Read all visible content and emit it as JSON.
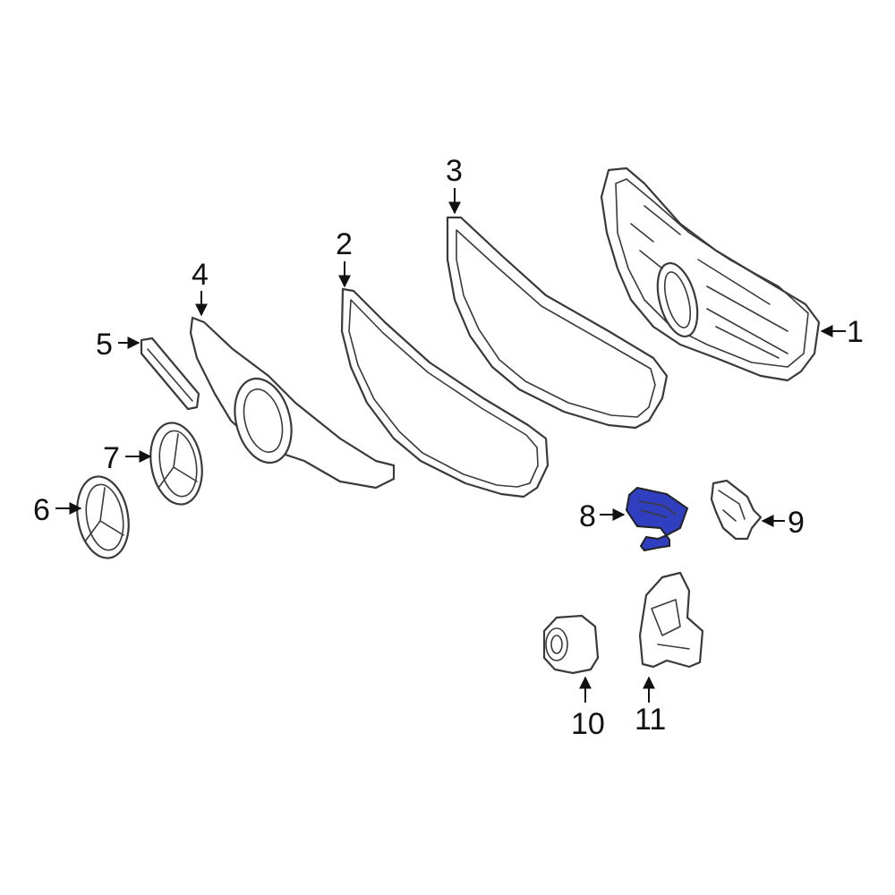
{
  "diagram": {
    "highlight_color": "#2f3fbf",
    "callouts": [
      {
        "id": "1",
        "label": "1"
      },
      {
        "id": "2",
        "label": "2"
      },
      {
        "id": "3",
        "label": "3"
      },
      {
        "id": "4",
        "label": "4"
      },
      {
        "id": "5",
        "label": "5"
      },
      {
        "id": "6",
        "label": "6"
      },
      {
        "id": "7",
        "label": "7"
      },
      {
        "id": "8",
        "label": "8"
      },
      {
        "id": "9",
        "label": "9"
      },
      {
        "id": "10",
        "label": "10"
      },
      {
        "id": "11",
        "label": "11"
      }
    ],
    "highlighted_part": "8"
  }
}
